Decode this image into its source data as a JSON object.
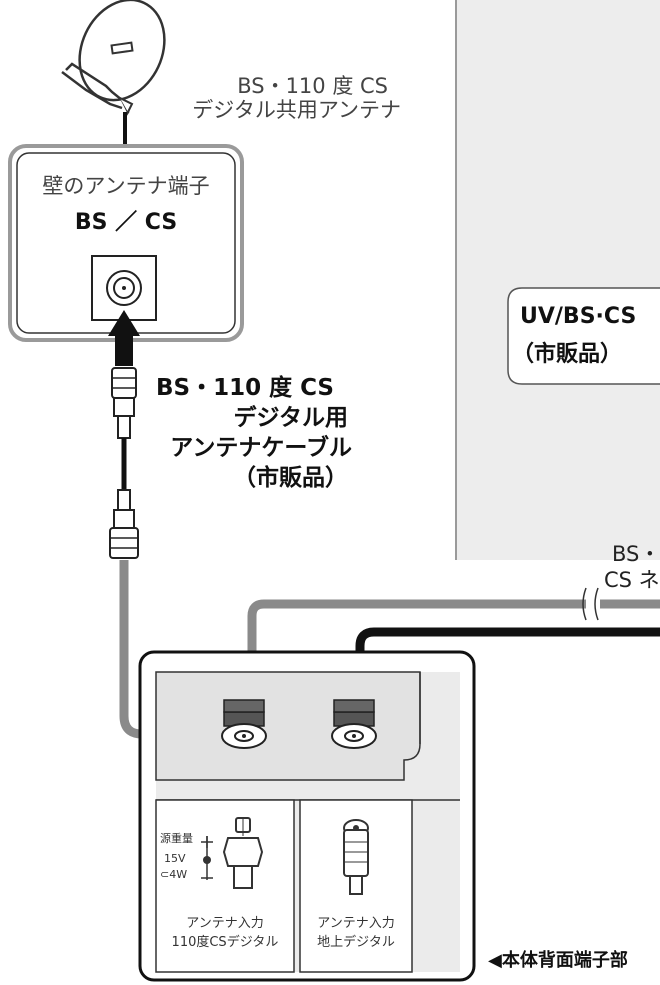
{
  "antenna": {
    "name_line1": "BS・110 度 CS",
    "name_line2": "デジタル共用アンテナ"
  },
  "wall_outlet": {
    "title": "壁のアンテナ端子",
    "type": "BS ／ CS"
  },
  "cable_bs": {
    "line1": "BS・110 度 CS",
    "line2": "デジタル用",
    "line3": "アンテナケーブル",
    "line4": "（市販品）"
  },
  "uv_cable": {
    "line1": "UV/BS·CS",
    "line2": "（市販品）"
  },
  "right_cable_label": {
    "line1": "BS・",
    "line2": "CS ネ"
  },
  "back_panel": {
    "power_label1": "源重量",
    "power_label2": "15V",
    "power_label3": "⊂4W",
    "terminal_cs": {
      "line1": "アンテナ入力",
      "line2": "110度CSデジタル"
    },
    "terminal_terrestrial": {
      "line1": "アンテナ入力",
      "line2": "地上デジタル"
    }
  },
  "caption": "◀本体背面端子部",
  "colors": {
    "gray_cable": "#8a8a8a",
    "black_cable": "#111111",
    "panel_bg": "#e9e9e9",
    "divider_bg": "#ededed"
  }
}
